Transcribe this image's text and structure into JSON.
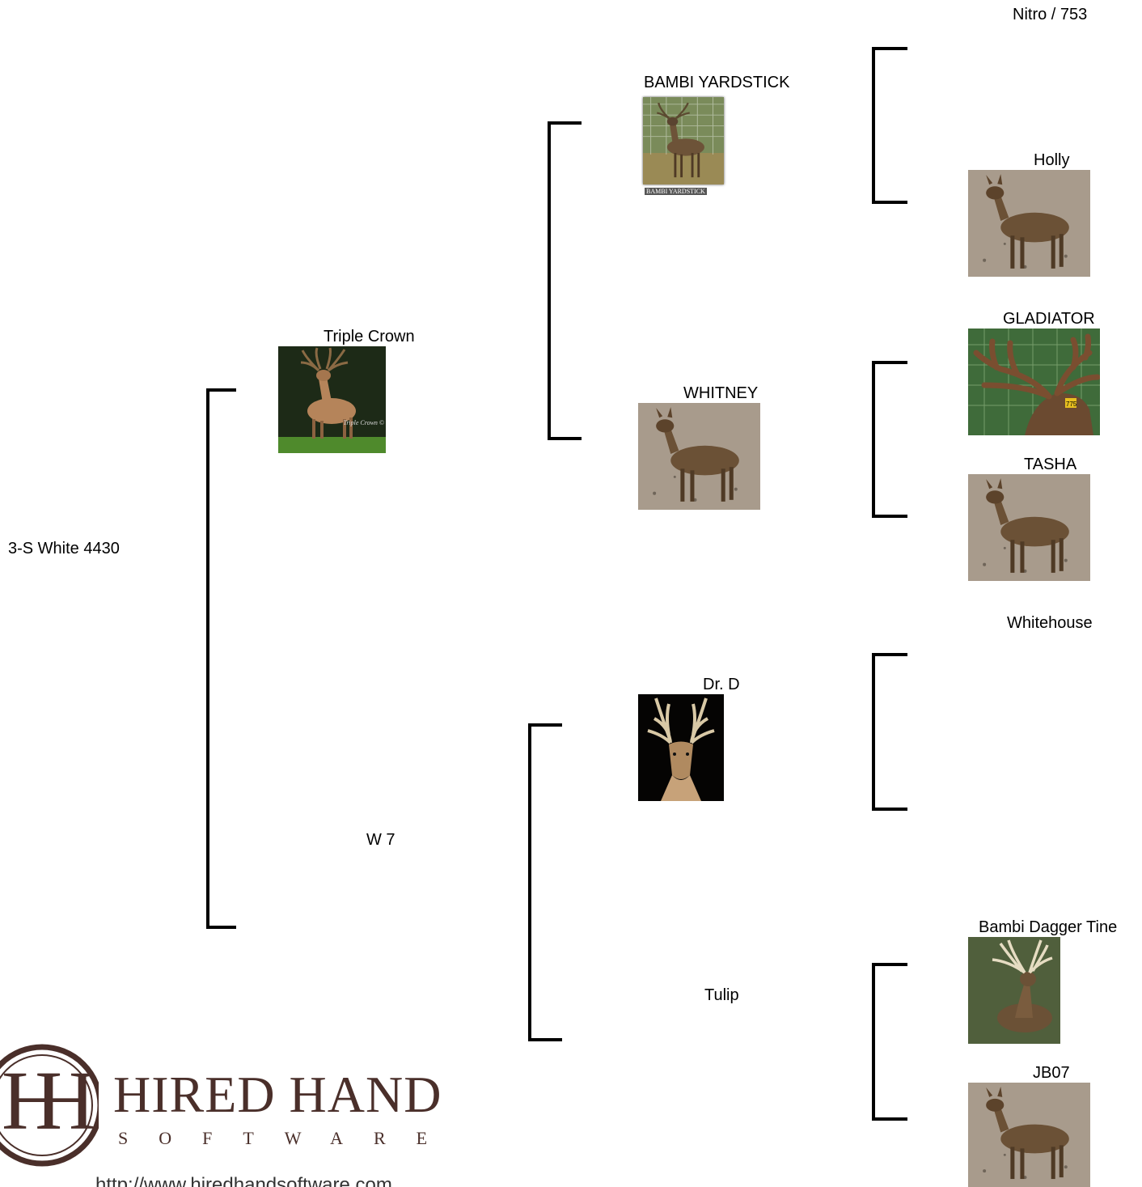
{
  "subject": {
    "name": "3-S White 4430"
  },
  "sire": {
    "name": "Triple Crown",
    "photo_caption": "Triple Crown ©"
  },
  "dam": {
    "name": "W 7"
  },
  "sire_sire": {
    "name": "BAMBI YARDSTICK",
    "photo_caption": "BAMBI YARDSTICK"
  },
  "sire_dam": {
    "name": "WHITNEY"
  },
  "dam_sire": {
    "name": "Dr. D"
  },
  "dam_dam": {
    "name": "Tulip"
  },
  "ss_sire": {
    "name": "Nitro / 753"
  },
  "ss_dam": {
    "name": "Holly"
  },
  "sd_sire": {
    "name": "GLADIATOR",
    "ear_tag": "775"
  },
  "sd_dam": {
    "name": "TASHA"
  },
  "ds_sire": {
    "name": "Whitehouse"
  },
  "dd_sire": {
    "name": "Bambi Dagger Tine"
  },
  "dd_dam": {
    "name": "JB07"
  },
  "logo": {
    "initials": "H",
    "title": "HIRED HAND",
    "subtitle": "SOFTWARE",
    "url": "http://www.hiredhandsoftware.com"
  },
  "colors": {
    "logo_brown": "#4a2f2a",
    "bracket": "#000000"
  }
}
